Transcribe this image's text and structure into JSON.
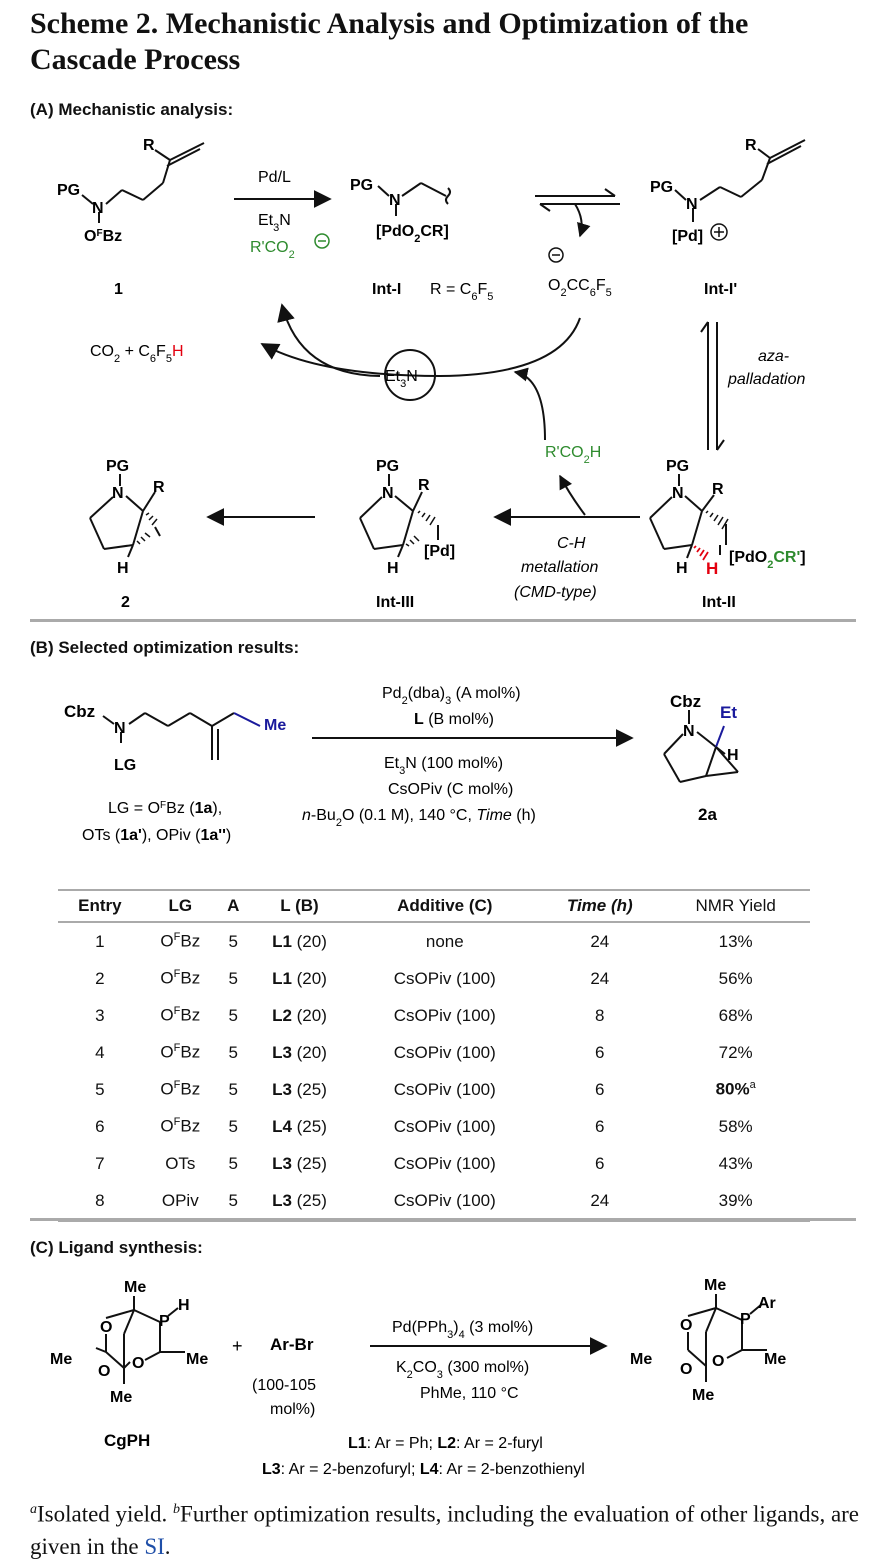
{
  "title_line1": "Scheme 2. Mechanistic Analysis and Optimization of the",
  "title_line2": "Cascade Process",
  "sections": {
    "a": "(A) Mechanistic analysis:",
    "b": "(B) Selected optimization results:",
    "c": "(C) Ligand synthesis:"
  },
  "mech": {
    "r": "R",
    "pg": "PG",
    "n": "N",
    "h": "H",
    "ofbz": "OFBz",
    "pd_l": "Pd/L",
    "et3n": "Et3N",
    "rco2_anion": "R'CO2",
    "pdo2cr": "[PdO2CR]",
    "pd_plus": "[Pd]",
    "label_1": "1",
    "label_int1": "Int-I",
    "r_def": "R = C6F5",
    "o2cc6f5": "O2CC6F5",
    "label_int1p": "Int-I'",
    "co2_c6f5h": "CO2 + C6F5",
    "et3n_cat": "Et3N",
    "aza1": "aza-",
    "aza2": "palladation",
    "rco2h": "R'CO2H",
    "pd": "[Pd]",
    "pdo2crp": "[PdO2CR']",
    "ch1": "C-H",
    "ch2": "metallation",
    "ch3": "(CMD-type)",
    "label_2": "2",
    "label_int3": "Int-III",
    "label_int2": "Int-II"
  },
  "opt": {
    "cbz": "Cbz",
    "me": "Me",
    "lg": "LG",
    "et": "Et",
    "cond1": "Pd2(dba)3 (A mol%)",
    "cond2": "L (B mol%)",
    "cond3": "Et3N (100 mol%)",
    "cond4": "CsOPiv (C mol%)",
    "cond5": "n-Bu2O (0.1 M), 140 °C, Time (h)",
    "lg_line1": "LG = OFBz (1a),",
    "lg_line2": "OTs (1a'), OPiv (1a'')",
    "label_2a": "2a",
    "headers": [
      "Entry",
      "LG",
      "A",
      "L (B)",
      "Additive (C)",
      "Time (h)",
      "NMR Yield"
    ],
    "rows": [
      [
        "1",
        "OFBz",
        "5",
        "L1 (20)",
        "none",
        "24",
        "13%"
      ],
      [
        "2",
        "OFBz",
        "5",
        "L1 (20)",
        "CsOPiv (100)",
        "24",
        "56%"
      ],
      [
        "3",
        "OFBz",
        "5",
        "L2 (20)",
        "CsOPiv (100)",
        "8",
        "68%"
      ],
      [
        "4",
        "OFBz",
        "5",
        "L3 (20)",
        "CsOPiv (100)",
        "6",
        "72%"
      ],
      [
        "5",
        "OFBz",
        "5",
        "L3 (25)",
        "CsOPiv (100)",
        "6",
        "80%a"
      ],
      [
        "6",
        "OFBz",
        "5",
        "L4 (25)",
        "CsOPiv (100)",
        "6",
        "58%"
      ],
      [
        "7",
        "OTs",
        "5",
        "L3 (25)",
        "CsOPiv (100)",
        "6",
        "43%"
      ],
      [
        "8",
        "OPiv",
        "5",
        "L3 (25)",
        "CsOPiv (100)",
        "24",
        "39%"
      ]
    ]
  },
  "lig": {
    "me": "Me",
    "o": "O",
    "p": "P",
    "h": "H",
    "ar": "Ar",
    "plus": "+",
    "arbr": "Ar-Br",
    "eq1": "(100-105",
    "eq2": "mol%)",
    "cond1": "Pd(PPh3)4 (3 mol%)",
    "cond2": "K2CO3 (300 mol%)",
    "cond3": "PhMe, 110 °C",
    "cgph": "CgPH",
    "lig_line1": "L1: Ar = Ph; L2: Ar = 2-furyl",
    "lig_line2": "L3: Ar = 2-benzofuryl; L4: Ar = 2-benzothienyl"
  },
  "footnote": {
    "a_mark": "a",
    "a_text": "Isolated yield. ",
    "b_mark": "b",
    "b_text": "Further optimization results, including the evaluation of other ligands, are given in the ",
    "si": "SI",
    "end": "."
  },
  "colors": {
    "green": "#2e8b2e",
    "red": "#e3000f",
    "blue": "#1a1a9c",
    "si": "#1f4fa8"
  }
}
